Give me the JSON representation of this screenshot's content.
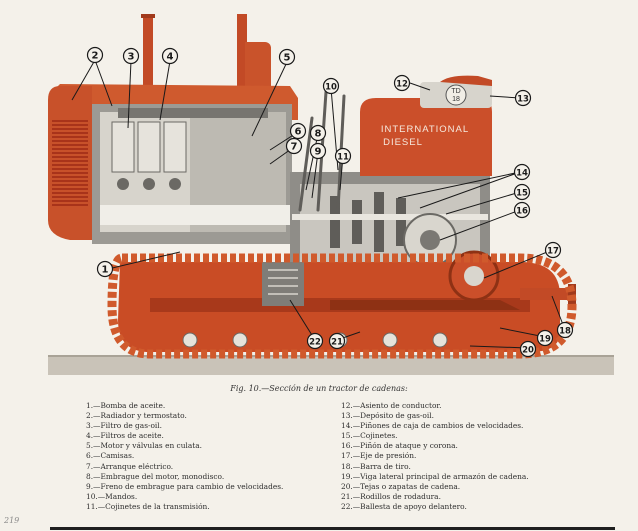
{
  "figure": {
    "caption": "Fig. 10.—Sección de un tractor de cadenas:",
    "tank_text_line1": "INTERNATIONAL",
    "tank_text_line2": "DIESEL",
    "badge_line1": "TD",
    "badge_line2": "18",
    "callouts": [
      "1",
      "2",
      "3",
      "4",
      "5",
      "6",
      "7",
      "8",
      "9",
      "10",
      "11",
      "12",
      "13",
      "14",
      "15",
      "16",
      "17",
      "18",
      "19",
      "20",
      "21",
      "22"
    ]
  },
  "legend": {
    "left": [
      "1.—Bomba de aceite.",
      "2.—Radiador y termostato.",
      "3.—Filtro de gas-oil.",
      "4.—Filtros de aceite.",
      "5.—Motor y válvulas en culata.",
      "6.—Camisas.",
      "7.—Arranque eléctrico.",
      "8.—Embrague del motor, monodisco.",
      "9.—Freno de embrague para cambio de velocidades.",
      "10.—Mandos.",
      "11.—Cojinetes de la transmisión."
    ],
    "right": [
      "12.—Asiento de conductor.",
      "13.—Depósito de gas-oil.",
      "14.—Piñones de caja de cambios de velocidades.",
      "15.—Cojinetes.",
      "16.—Piñón de ataque y corona.",
      "17.—Eje de presión.",
      "18.—Barra de tiro.",
      "19.—Viga lateral principal de armazón de cadena.",
      "20.—Tejas o zapatas de cadena.",
      "21.—Rodillos de rodadura.",
      "22.—Ballesta de apoyo delantero."
    ]
  },
  "page_number": "219"
}
